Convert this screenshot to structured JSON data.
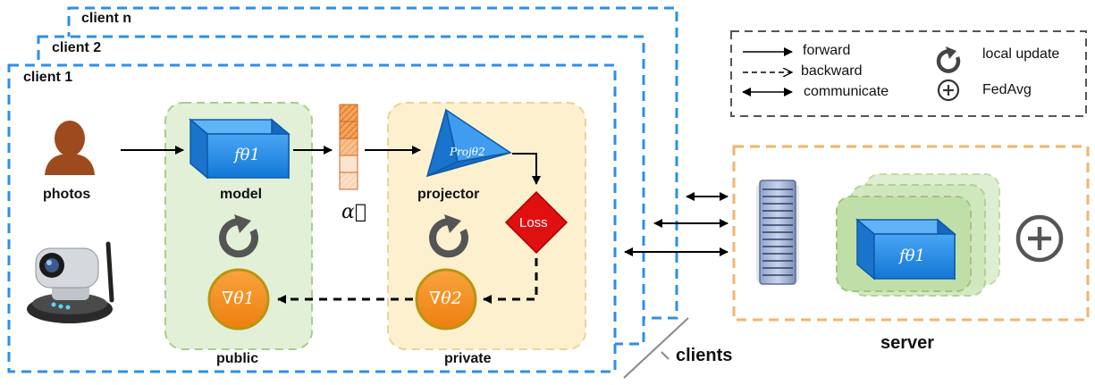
{
  "clients": {
    "client_n": "client n",
    "client_2": "client 2",
    "client_1": "client 1",
    "group_label": "clients"
  },
  "labels": {
    "photos": "photos",
    "model": "model",
    "projector": "projector",
    "public": "public",
    "private": "private",
    "alpha": "α⃗",
    "server": "server",
    "loss": "Loss"
  },
  "math": {
    "f_theta1": "fθ1",
    "proj_theta2": "Projθ2",
    "grad_theta1": "∇θ1",
    "grad_theta2": "∇θ2",
    "server_f_theta1": "fθ1"
  },
  "legend": {
    "forward": "forward",
    "backward": "backward",
    "communicate": "communicate",
    "local_update": "local update",
    "fedavg": "FedAvg"
  },
  "colors": {
    "client_border": "#2f8ee8",
    "public_bg": "#e3f0d8",
    "public_border": "#a9cc8c",
    "private_bg": "#fdf0cf",
    "private_border": "#e9d39a",
    "server_border": "#f3b46e",
    "model_blue": "#1e88e5",
    "grad_orange": "#f5931e",
    "loss_red": "#e01010"
  }
}
